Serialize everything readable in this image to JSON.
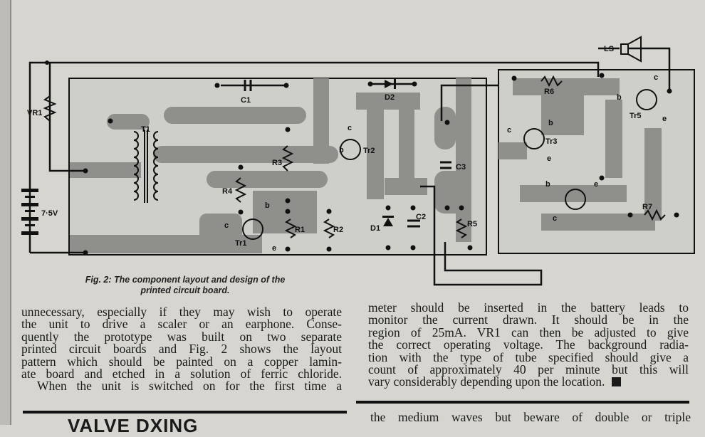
{
  "figure": {
    "caption_line1": "Fig. 2: The component layout and design of the",
    "caption_line2": "printed circuit board.",
    "labels": {
      "vr1": "VR1",
      "battery": "7·5V",
      "t1": "T1",
      "c1": "C1",
      "d2": "D2",
      "r3": "R3",
      "r4": "R4",
      "tr2": "Tr2",
      "tr1": "Tr1",
      "r1": "R1",
      "r2": "R2",
      "d1": "D1",
      "c2": "C2",
      "c3": "C3",
      "r5": "R5",
      "ls": "LS",
      "r6": "R6",
      "tr5": "Tr5",
      "tr3": "Tr3",
      "r7": "R7",
      "pin_b": "b",
      "pin_c": "c",
      "pin_e": "e"
    }
  },
  "article": {
    "left_column": [
      "unnecessary, especially if they may wish to operate",
      "the unit to drive a scaler or an earphone. Conse-",
      "quently the prototype was built on two separate",
      "printed circuit boards and Fig. 2 shows the layout",
      "pattern which should be painted on a copper lamin-",
      "ate board and etched in a solution of ferric chloride.",
      "When the unit is switched on for the first time a"
    ],
    "right_column": [
      "meter should be inserted in the battery leads to",
      "monitor the current drawn. It should be in the",
      "region of 25mA. VR1 can then be adjusted to give",
      "the correct operating voltage. The background radia-",
      "tion with the type of tube specified should give a",
      "count of approximately 40 per minute but this will",
      "vary considerably depending upon the location."
    ],
    "next_article_heading": "VALVE DXING",
    "next_article_first_line": "the medium waves but beware of double or triple"
  }
}
